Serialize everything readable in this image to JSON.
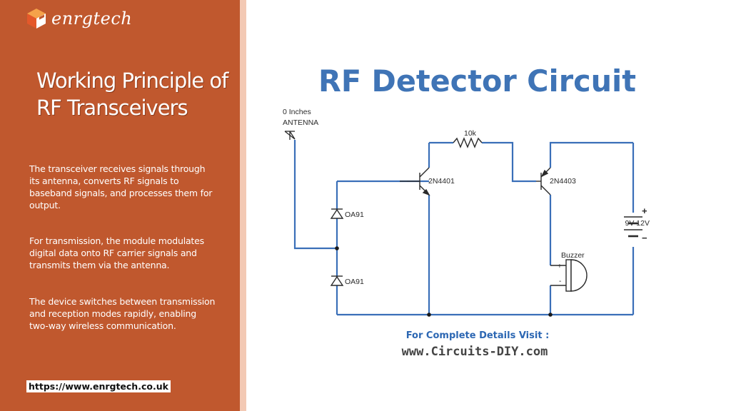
{
  "brand": {
    "name": "enrgtech",
    "logo_colors": [
      "#e4582a",
      "#f5a24a",
      "#ffffff"
    ]
  },
  "slide": {
    "title": "Working Principle of RF Transceivers",
    "paragraphs": [
      "The transceiver receives signals through its antenna, converts RF signals to baseband signals, and processes them for output.",
      "For transmission, the module modulates digital data onto RF carrier signals and transmits them via the antenna.",
      "The device switches between transmission and reception modes rapidly, enabling two-way wireless communication."
    ],
    "footer_url": "https://www.enrgtech.co.uk"
  },
  "figure": {
    "title": "RF Detector Circuit",
    "antenna_label_line1": "0 Inches",
    "antenna_label_line2": "ANTENNA",
    "resistor_label": "10k",
    "transistor_1_label": "2N4401",
    "transistor_2_label": "2N4403",
    "diode_1_label": "OA91",
    "diode_2_label": "OA91",
    "battery_plus": "+",
    "battery_minus": "−",
    "battery_label": "9V-12V",
    "buzzer_label": "Buzzer",
    "buzzer_plus": "+",
    "buzzer_minus": "-",
    "visit_text": "For Complete Details Visit :",
    "visit_url": "www.Circuits-DIY.com"
  },
  "colors": {
    "panel": "#c0582e",
    "panel_divider": "#f3c9b4",
    "figure_title": "#3f74b6",
    "wire": "#3a6fb8",
    "visit_text": "#2c67b3",
    "visit_url": "#444444"
  }
}
